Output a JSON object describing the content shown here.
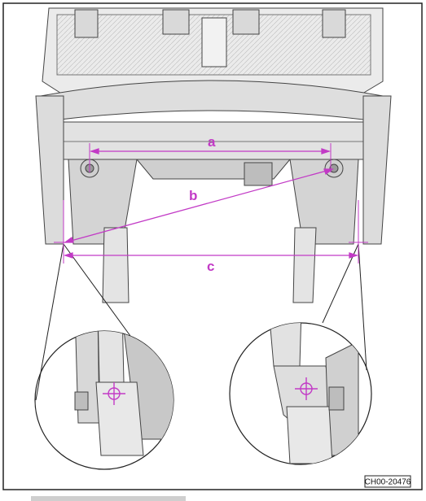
{
  "figure": {
    "reference_code": "CH00-20476",
    "accent_color": "#c23ac6",
    "line_color": "#444444",
    "body_fill": "#e6e6e6",
    "background": "#ffffff"
  },
  "dimensions": [
    {
      "label": "a"
    },
    {
      "label": "b"
    },
    {
      "label": "c"
    }
  ],
  "detail_views": [
    {
      "side": "left",
      "marker": "crosshair"
    },
    {
      "side": "right",
      "marker": "crosshair"
    }
  ],
  "footer": {
    "partial_caption": "Figure ... (illegible, cut off)"
  }
}
